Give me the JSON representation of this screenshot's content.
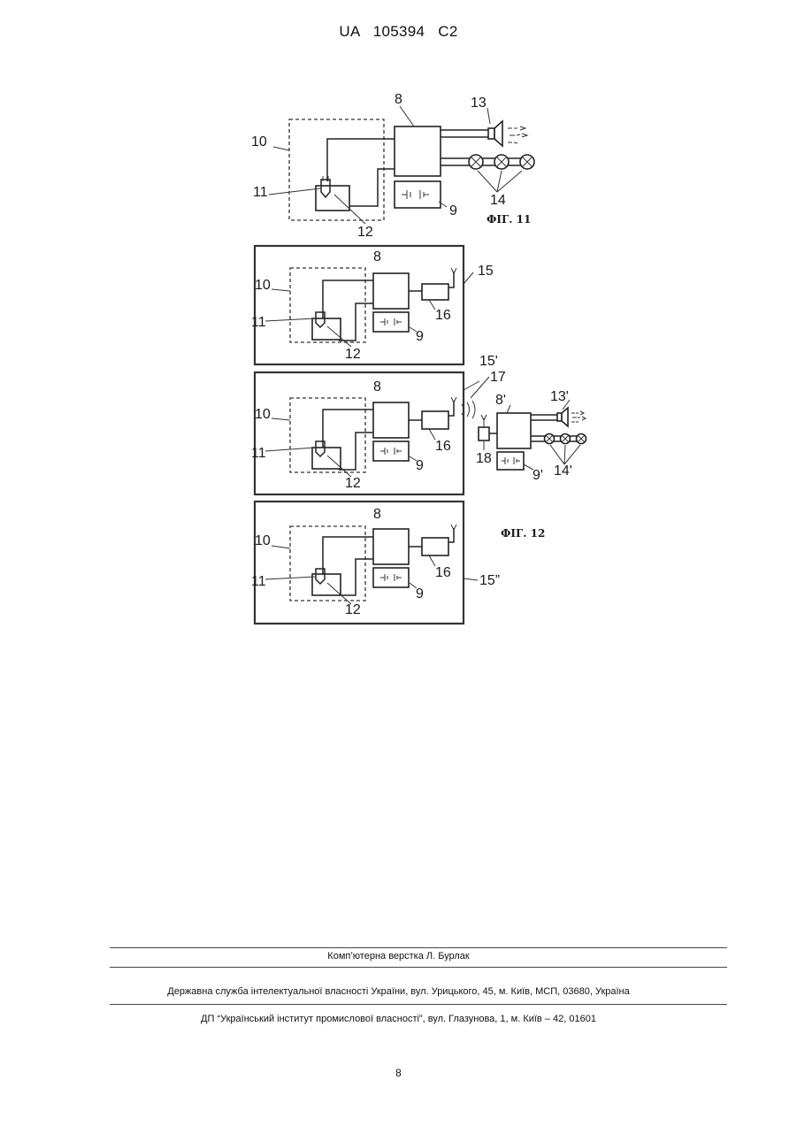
{
  "header": {
    "doc_number": "UA   105394   C2"
  },
  "figures": {
    "fig11": {
      "caption": "ФІГ. 11",
      "labels": {
        "l8": "8",
        "l10": "10",
        "l11": "11",
        "l12": "12",
        "l13": "13",
        "l14": "14",
        "l9": "9"
      }
    },
    "fig12": {
      "caption": "ФІГ. 12",
      "panel_a": {
        "l8": "8",
        "l10": "10",
        "l11": "11",
        "l12": "12",
        "l16": "16",
        "l9": "9",
        "l15": "15"
      },
      "panel_b": {
        "l8": "8",
        "l10": "10",
        "l11": "11",
        "l12": "12",
        "l16": "16",
        "l9": "9",
        "l15": "15'",
        "l17": "17",
        "l18": "18",
        "l8p": "8'",
        "l13p": "13'",
        "l14p": "14'",
        "l9p": "9'"
      },
      "panel_c": {
        "l8": "8",
        "l10": "10",
        "l11": "11",
        "l12": "12",
        "l16": "16",
        "l9": "9",
        "l15": "15”"
      }
    }
  },
  "footer": {
    "typesetter": "Комп’ютерна верстка Л. Бурлак",
    "agency": "Державна служба інтелектуальної власності України, вул. Урицького, 45, м. Київ, МСП, 03680, Україна",
    "institute": "ДП “Український інститут промислової власності”, вул. Глазунова, 1, м. Київ – 42, 01601"
  },
  "page_number": "8"
}
